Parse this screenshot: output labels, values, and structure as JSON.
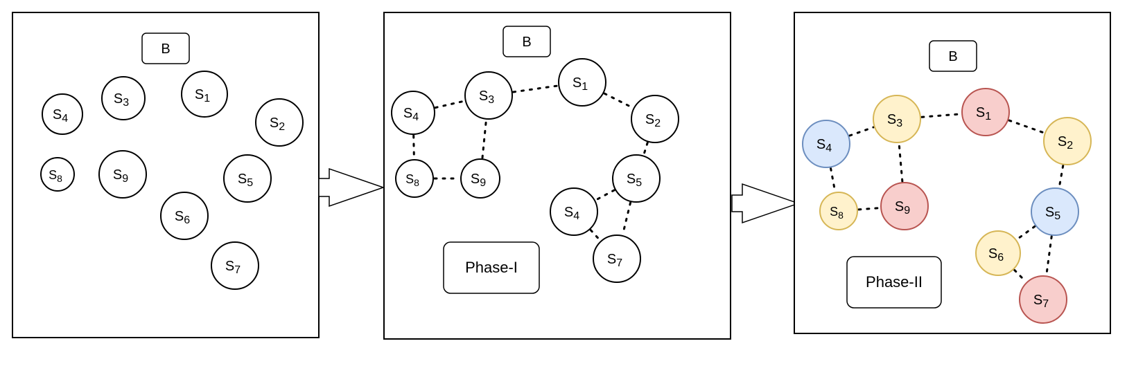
{
  "panels": [
    {
      "bs_label": "B",
      "phase_label": "",
      "nodes": [
        {
          "name": "S4",
          "base": "S",
          "sub": "4",
          "fill": "#ffffff",
          "stroke": "#000000"
        },
        {
          "name": "S3",
          "base": "S",
          "sub": "3",
          "fill": "#ffffff",
          "stroke": "#000000"
        },
        {
          "name": "S1",
          "base": "S",
          "sub": "1",
          "fill": "#ffffff",
          "stroke": "#000000"
        },
        {
          "name": "S2",
          "base": "S",
          "sub": "2",
          "fill": "#ffffff",
          "stroke": "#000000"
        },
        {
          "name": "S8",
          "base": "S",
          "sub": "8",
          "fill": "#ffffff",
          "stroke": "#000000"
        },
        {
          "name": "S9",
          "base": "S",
          "sub": "9",
          "fill": "#ffffff",
          "stroke": "#000000"
        },
        {
          "name": "S5",
          "base": "S",
          "sub": "5",
          "fill": "#ffffff",
          "stroke": "#000000"
        },
        {
          "name": "S6",
          "base": "S",
          "sub": "6",
          "fill": "#ffffff",
          "stroke": "#000000"
        },
        {
          "name": "S7",
          "base": "S",
          "sub": "7",
          "fill": "#ffffff",
          "stroke": "#000000"
        }
      ],
      "links": []
    },
    {
      "bs_label": "B",
      "phase_label": "Phase-I",
      "nodes": [
        {
          "name": "S4a",
          "base": "S",
          "sub": "4",
          "fill": "#ffffff",
          "stroke": "#000000"
        },
        {
          "name": "S3",
          "base": "S",
          "sub": "3",
          "fill": "#ffffff",
          "stroke": "#000000"
        },
        {
          "name": "S1",
          "base": "S",
          "sub": "1",
          "fill": "#ffffff",
          "stroke": "#000000"
        },
        {
          "name": "S2",
          "base": "S",
          "sub": "2",
          "fill": "#ffffff",
          "stroke": "#000000"
        },
        {
          "name": "S8",
          "base": "S",
          "sub": "8",
          "fill": "#ffffff",
          "stroke": "#000000"
        },
        {
          "name": "S9",
          "base": "S",
          "sub": "9",
          "fill": "#ffffff",
          "stroke": "#000000"
        },
        {
          "name": "S5",
          "base": "S",
          "sub": "5",
          "fill": "#ffffff",
          "stroke": "#000000"
        },
        {
          "name": "S4b",
          "base": "S",
          "sub": "4",
          "fill": "#ffffff",
          "stroke": "#000000"
        },
        {
          "name": "S7",
          "base": "S",
          "sub": "7",
          "fill": "#ffffff",
          "stroke": "#000000"
        }
      ],
      "links": [
        [
          "S4a",
          "S3"
        ],
        [
          "S3",
          "S1"
        ],
        [
          "S1",
          "S2"
        ],
        [
          "S2",
          "S5"
        ],
        [
          "S5",
          "S4b"
        ],
        [
          "S5",
          "S7"
        ],
        [
          "S4b",
          "S7"
        ],
        [
          "S4a",
          "S8"
        ],
        [
          "S8",
          "S9"
        ],
        [
          "S9",
          "S3"
        ]
      ]
    },
    {
      "bs_label": "B",
      "phase_label": "Phase-II",
      "colors": {
        "blue_fill": "#dae8fc",
        "blue_stroke": "#6c8ebf",
        "yellow_fill": "#fff2cc",
        "yellow_stroke": "#d6b656",
        "red_fill": "#f8cecc",
        "red_stroke": "#b85450"
      },
      "nodes": [
        {
          "name": "S4",
          "base": "S",
          "sub": "4",
          "fill": "#dae8fc",
          "stroke": "#6c8ebf"
        },
        {
          "name": "S3",
          "base": "S",
          "sub": "3",
          "fill": "#fff2cc",
          "stroke": "#d6b656"
        },
        {
          "name": "S1",
          "base": "S",
          "sub": "1",
          "fill": "#f8cecc",
          "stroke": "#b85450"
        },
        {
          "name": "S2",
          "base": "S",
          "sub": "2",
          "fill": "#fff2cc",
          "stroke": "#d6b656"
        },
        {
          "name": "S8",
          "base": "S",
          "sub": "8",
          "fill": "#fff2cc",
          "stroke": "#d6b656"
        },
        {
          "name": "S9",
          "base": "S",
          "sub": "9",
          "fill": "#f8cecc",
          "stroke": "#b85450"
        },
        {
          "name": "S5",
          "base": "S",
          "sub": "5",
          "fill": "#dae8fc",
          "stroke": "#6c8ebf"
        },
        {
          "name": "S6",
          "base": "S",
          "sub": "6",
          "fill": "#fff2cc",
          "stroke": "#d6b656"
        },
        {
          "name": "S7",
          "base": "S",
          "sub": "7",
          "fill": "#f8cecc",
          "stroke": "#b85450"
        }
      ],
      "links": [
        [
          "S4",
          "S3"
        ],
        [
          "S3",
          "S1"
        ],
        [
          "S1",
          "S2"
        ],
        [
          "S2",
          "S5"
        ],
        [
          "S5",
          "S6"
        ],
        [
          "S5",
          "S7"
        ],
        [
          "S6",
          "S7"
        ],
        [
          "S4",
          "S8"
        ],
        [
          "S8",
          "S9"
        ],
        [
          "S9",
          "S3"
        ]
      ]
    }
  ],
  "arrows": [
    {
      "from_panel": 1,
      "to_panel": 2
    },
    {
      "from_panel": 2,
      "to_panel": 3
    }
  ]
}
